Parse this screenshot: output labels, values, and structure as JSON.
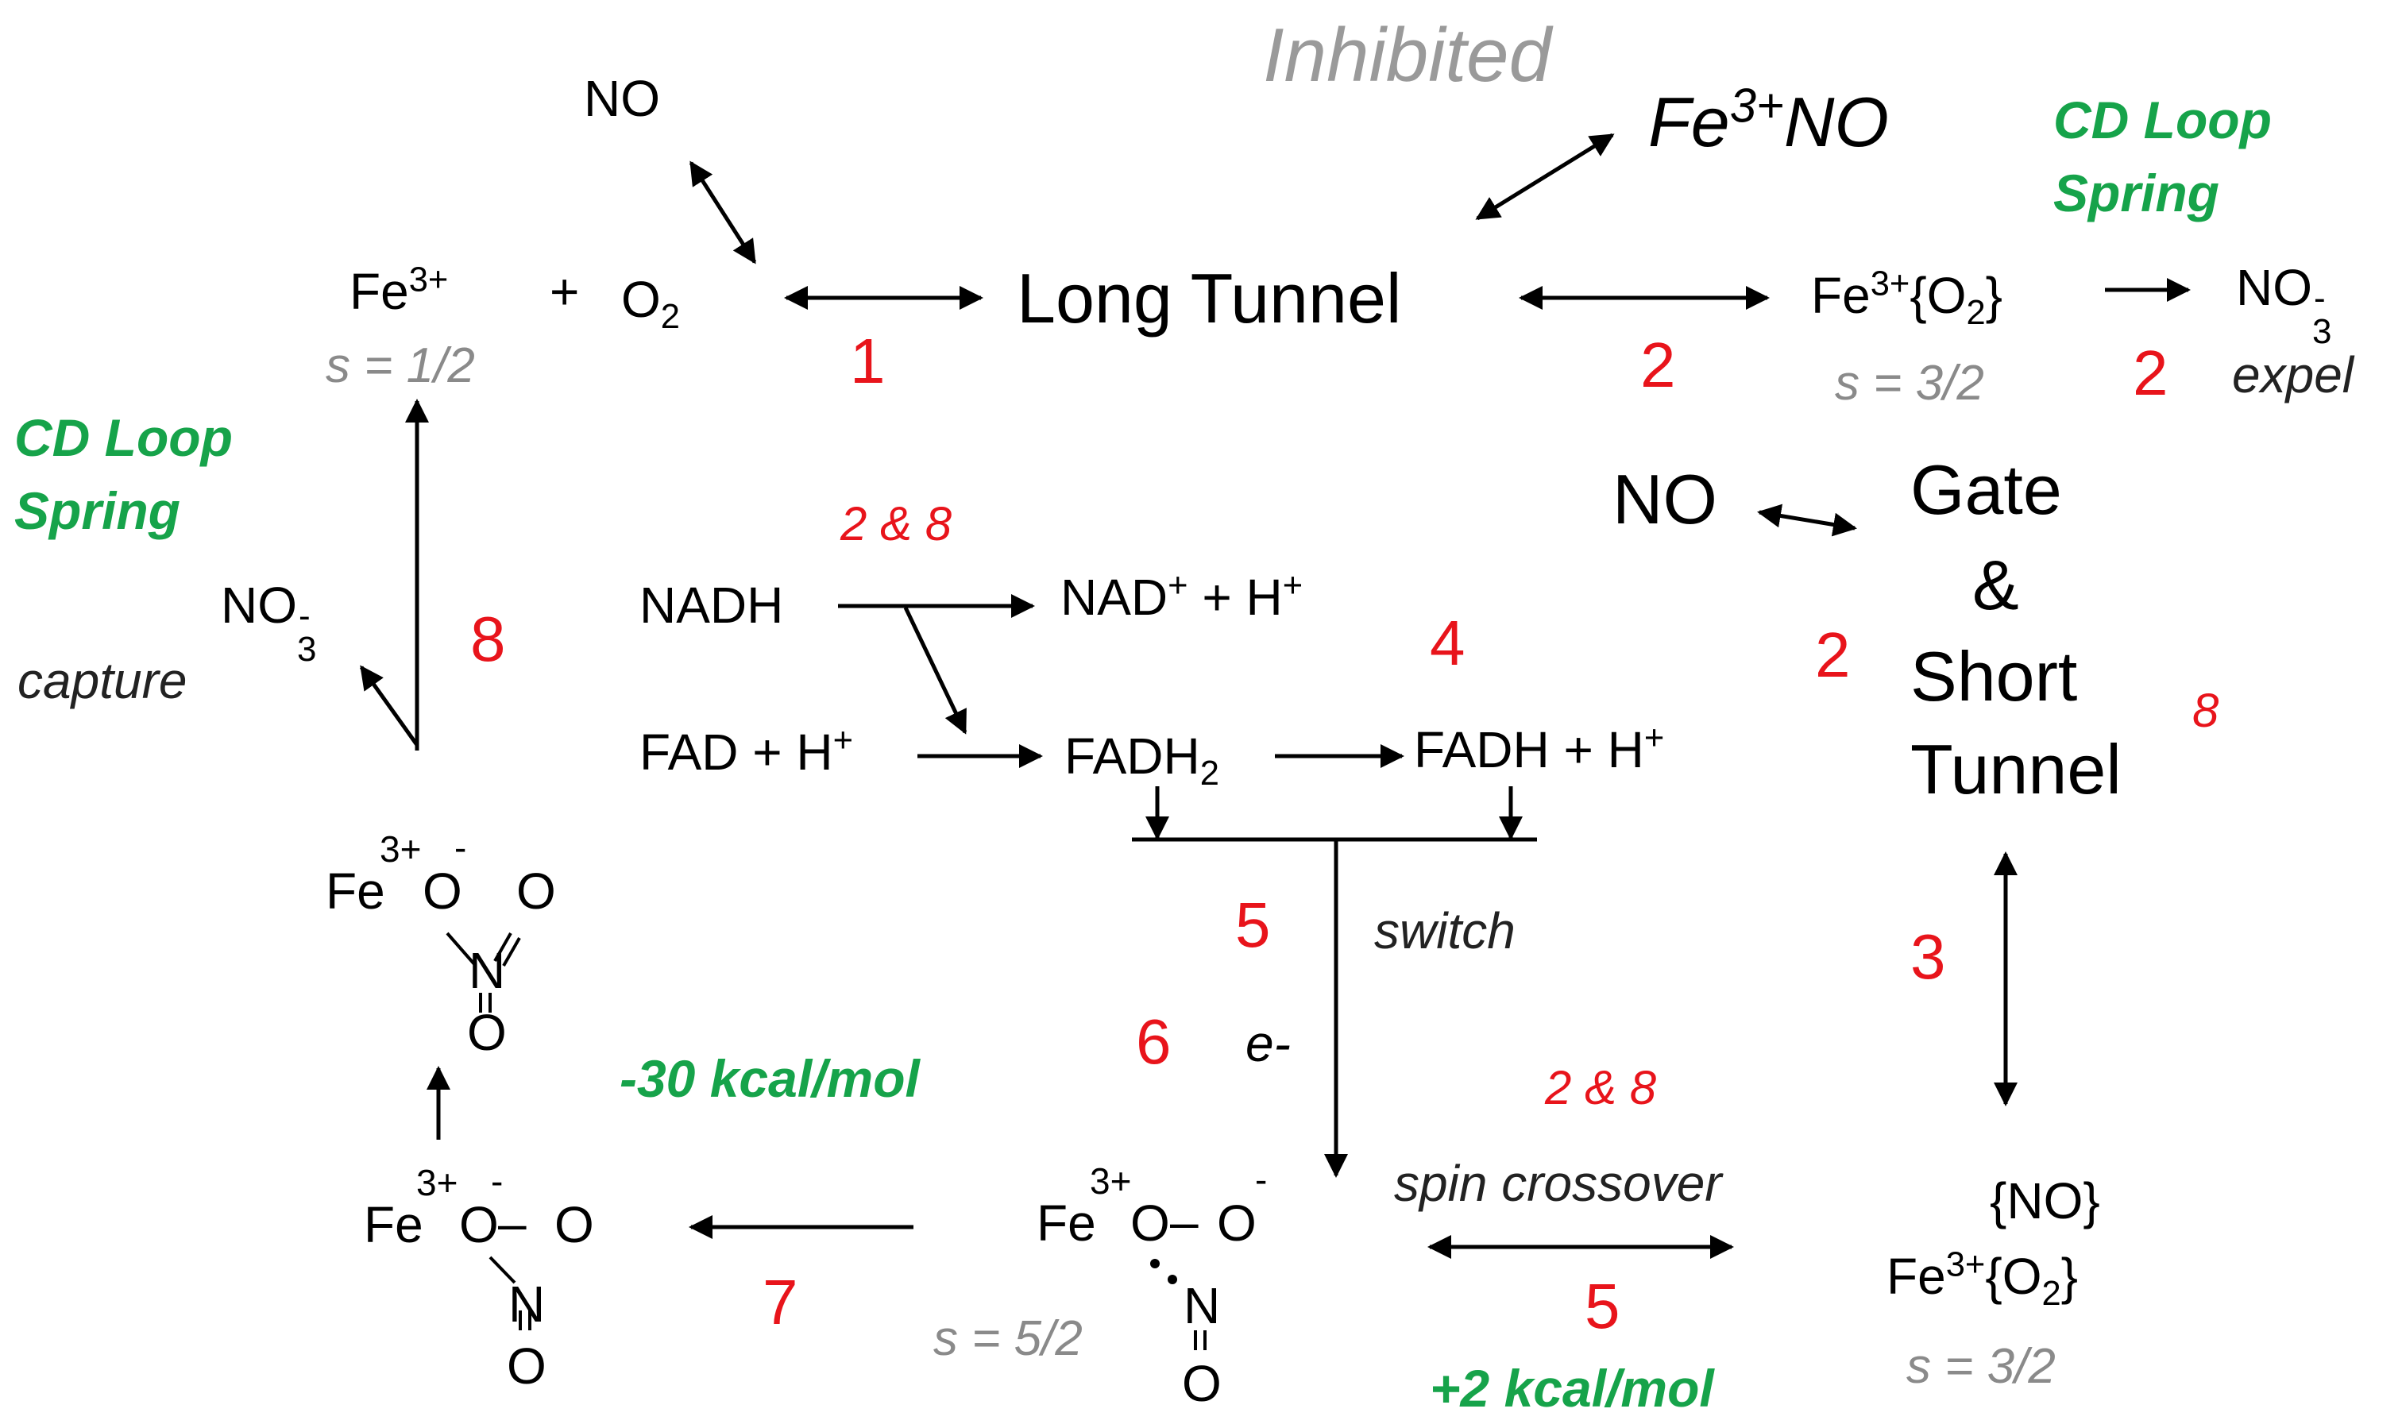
{
  "labels": {
    "inhibited": "Inhibited",
    "fe_no_base": "Fe",
    "fe_no_charge": "3+",
    "fe_no_tail": "NO",
    "cd_loop_right_1": "CD Loop",
    "cd_loop_right_2": "Spring",
    "cd_loop_left_1": "CD Loop",
    "cd_loop_left_2": "Spring",
    "no_top": "NO",
    "fe_base": "Fe",
    "fe_charge": "3+",
    "plus": "+",
    "o2_base": "O",
    "o2_sub": "2",
    "spin_half": "s = 1/2",
    "long_tunnel": "Long  Tunnel",
    "fe_o2_base": "Fe",
    "fe_o2_charge": "3+",
    "fe_o2_brace": "{O",
    "fe_o2_sub": "2",
    "fe_o2_close": "}",
    "spin_3_2_top": "s = 3/2",
    "no3_right_base": "NO",
    "no3_right_sub": "3",
    "no3_right_sup": "-",
    "expel": "expel",
    "no_gate": "NO",
    "gate_1": "Gate",
    "gate_2": "&",
    "gate_3": "Short",
    "gate_4": "Tunnel",
    "nadh": "NADH",
    "nad_base": "NAD",
    "nad_sup": "+",
    "nad_plus_h": " + H",
    "nad_h_sup": "+",
    "fad_base": "FAD + H",
    "fad_sup": "+",
    "fadh2_base": "FADH",
    "fadh2_sub": "2",
    "fadh_base": "FADH + H",
    "fadh_sup": "+",
    "switch": "switch",
    "e_minus": "e-",
    "no3_left_base": "NO",
    "no3_left_sub": "3",
    "no3_left_sup": "-",
    "capture": "capture",
    "kcal_minus": "-30 kcal/mol",
    "kcal_plus": "+2 kcal/mol",
    "spin_crossover": "spin crossover",
    "spin_5_2": "s = 5/2",
    "spin_3_2_bottom": "s = 3/2",
    "no_brace": "{NO}",
    "fe_o2_b_base": "Fe",
    "fe_o2_b_charge": "3+",
    "fe_o2_b_brace": "{O",
    "fe_o2_b_sub": "2",
    "fe_o2_b_close": "}"
  },
  "steps": {
    "s1": "1",
    "s2a": "2",
    "s2b": "2",
    "s2c": "2",
    "s28_top": "2 & 8",
    "s28_bottom": "2 & 8",
    "s3": "3",
    "s4": "4",
    "s5a": "5",
    "s5b": "5",
    "s6": "6",
    "s7": "7",
    "s8": "8",
    "s8_small": "8"
  },
  "structures": {
    "fe": "Fe",
    "fe_charge": "3+",
    "o": "O",
    "n": "N",
    "minus": "-",
    "dash": "–"
  },
  "colors": {
    "red": "#e8141b",
    "green": "#16a34a",
    "gray": "#8a8a8a"
  }
}
